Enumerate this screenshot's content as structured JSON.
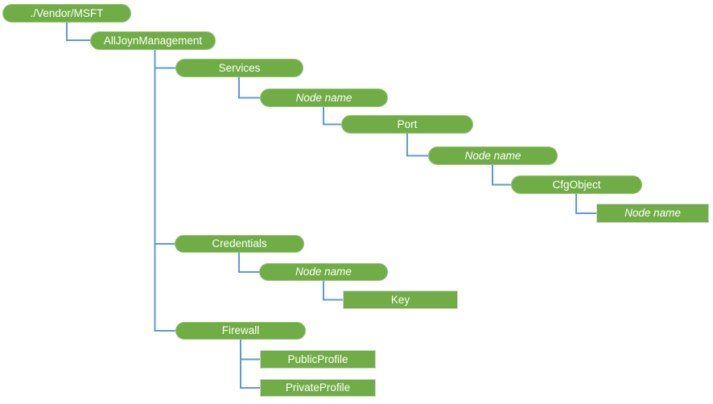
{
  "diagram": {
    "type": "tree",
    "root_label": "./Vendor/MSFT"
  },
  "colors": {
    "node_fill": "#70AD47",
    "pill_border": "#93C46C",
    "rect_border": "#CDD5C8",
    "node_text": "#FFFFFF",
    "connector": "#5B9BD5",
    "background": "#FFFFFF"
  },
  "tree": {
    "nodes": [
      {
        "label": "./Vendor/MSFT",
        "shape": "pill",
        "italic": false,
        "parent": null
      },
      {
        "label": "AllJoynManagement",
        "shape": "pill",
        "italic": false,
        "parent": "./Vendor/MSFT"
      },
      {
        "label": "Services",
        "shape": "pill",
        "italic": false,
        "parent": "AllJoynManagement"
      },
      {
        "label": "Node name",
        "shape": "pill",
        "italic": true,
        "parent": "Services"
      },
      {
        "label": "Port",
        "shape": "pill",
        "italic": false,
        "parent": "Node name (Services)"
      },
      {
        "label": "Node name",
        "shape": "pill",
        "italic": true,
        "parent": "Port"
      },
      {
        "label": "CfgObject",
        "shape": "pill",
        "italic": false,
        "parent": "Node name (Port)"
      },
      {
        "label": "Node name",
        "shape": "rect",
        "italic": true,
        "parent": "CfgObject"
      },
      {
        "label": "Credentials",
        "shape": "pill",
        "italic": false,
        "parent": "AllJoynManagement"
      },
      {
        "label": "Node name",
        "shape": "pill",
        "italic": true,
        "parent": "Credentials"
      },
      {
        "label": "Key",
        "shape": "rect",
        "italic": false,
        "parent": "Node name (Credentials)"
      },
      {
        "label": "Firewall",
        "shape": "pill",
        "italic": false,
        "parent": "AllJoynManagement"
      },
      {
        "label": "PublicProfile",
        "shape": "rect",
        "italic": false,
        "parent": "Firewall"
      },
      {
        "label": "PrivateProfile",
        "shape": "rect",
        "italic": false,
        "parent": "Firewall"
      }
    ]
  }
}
